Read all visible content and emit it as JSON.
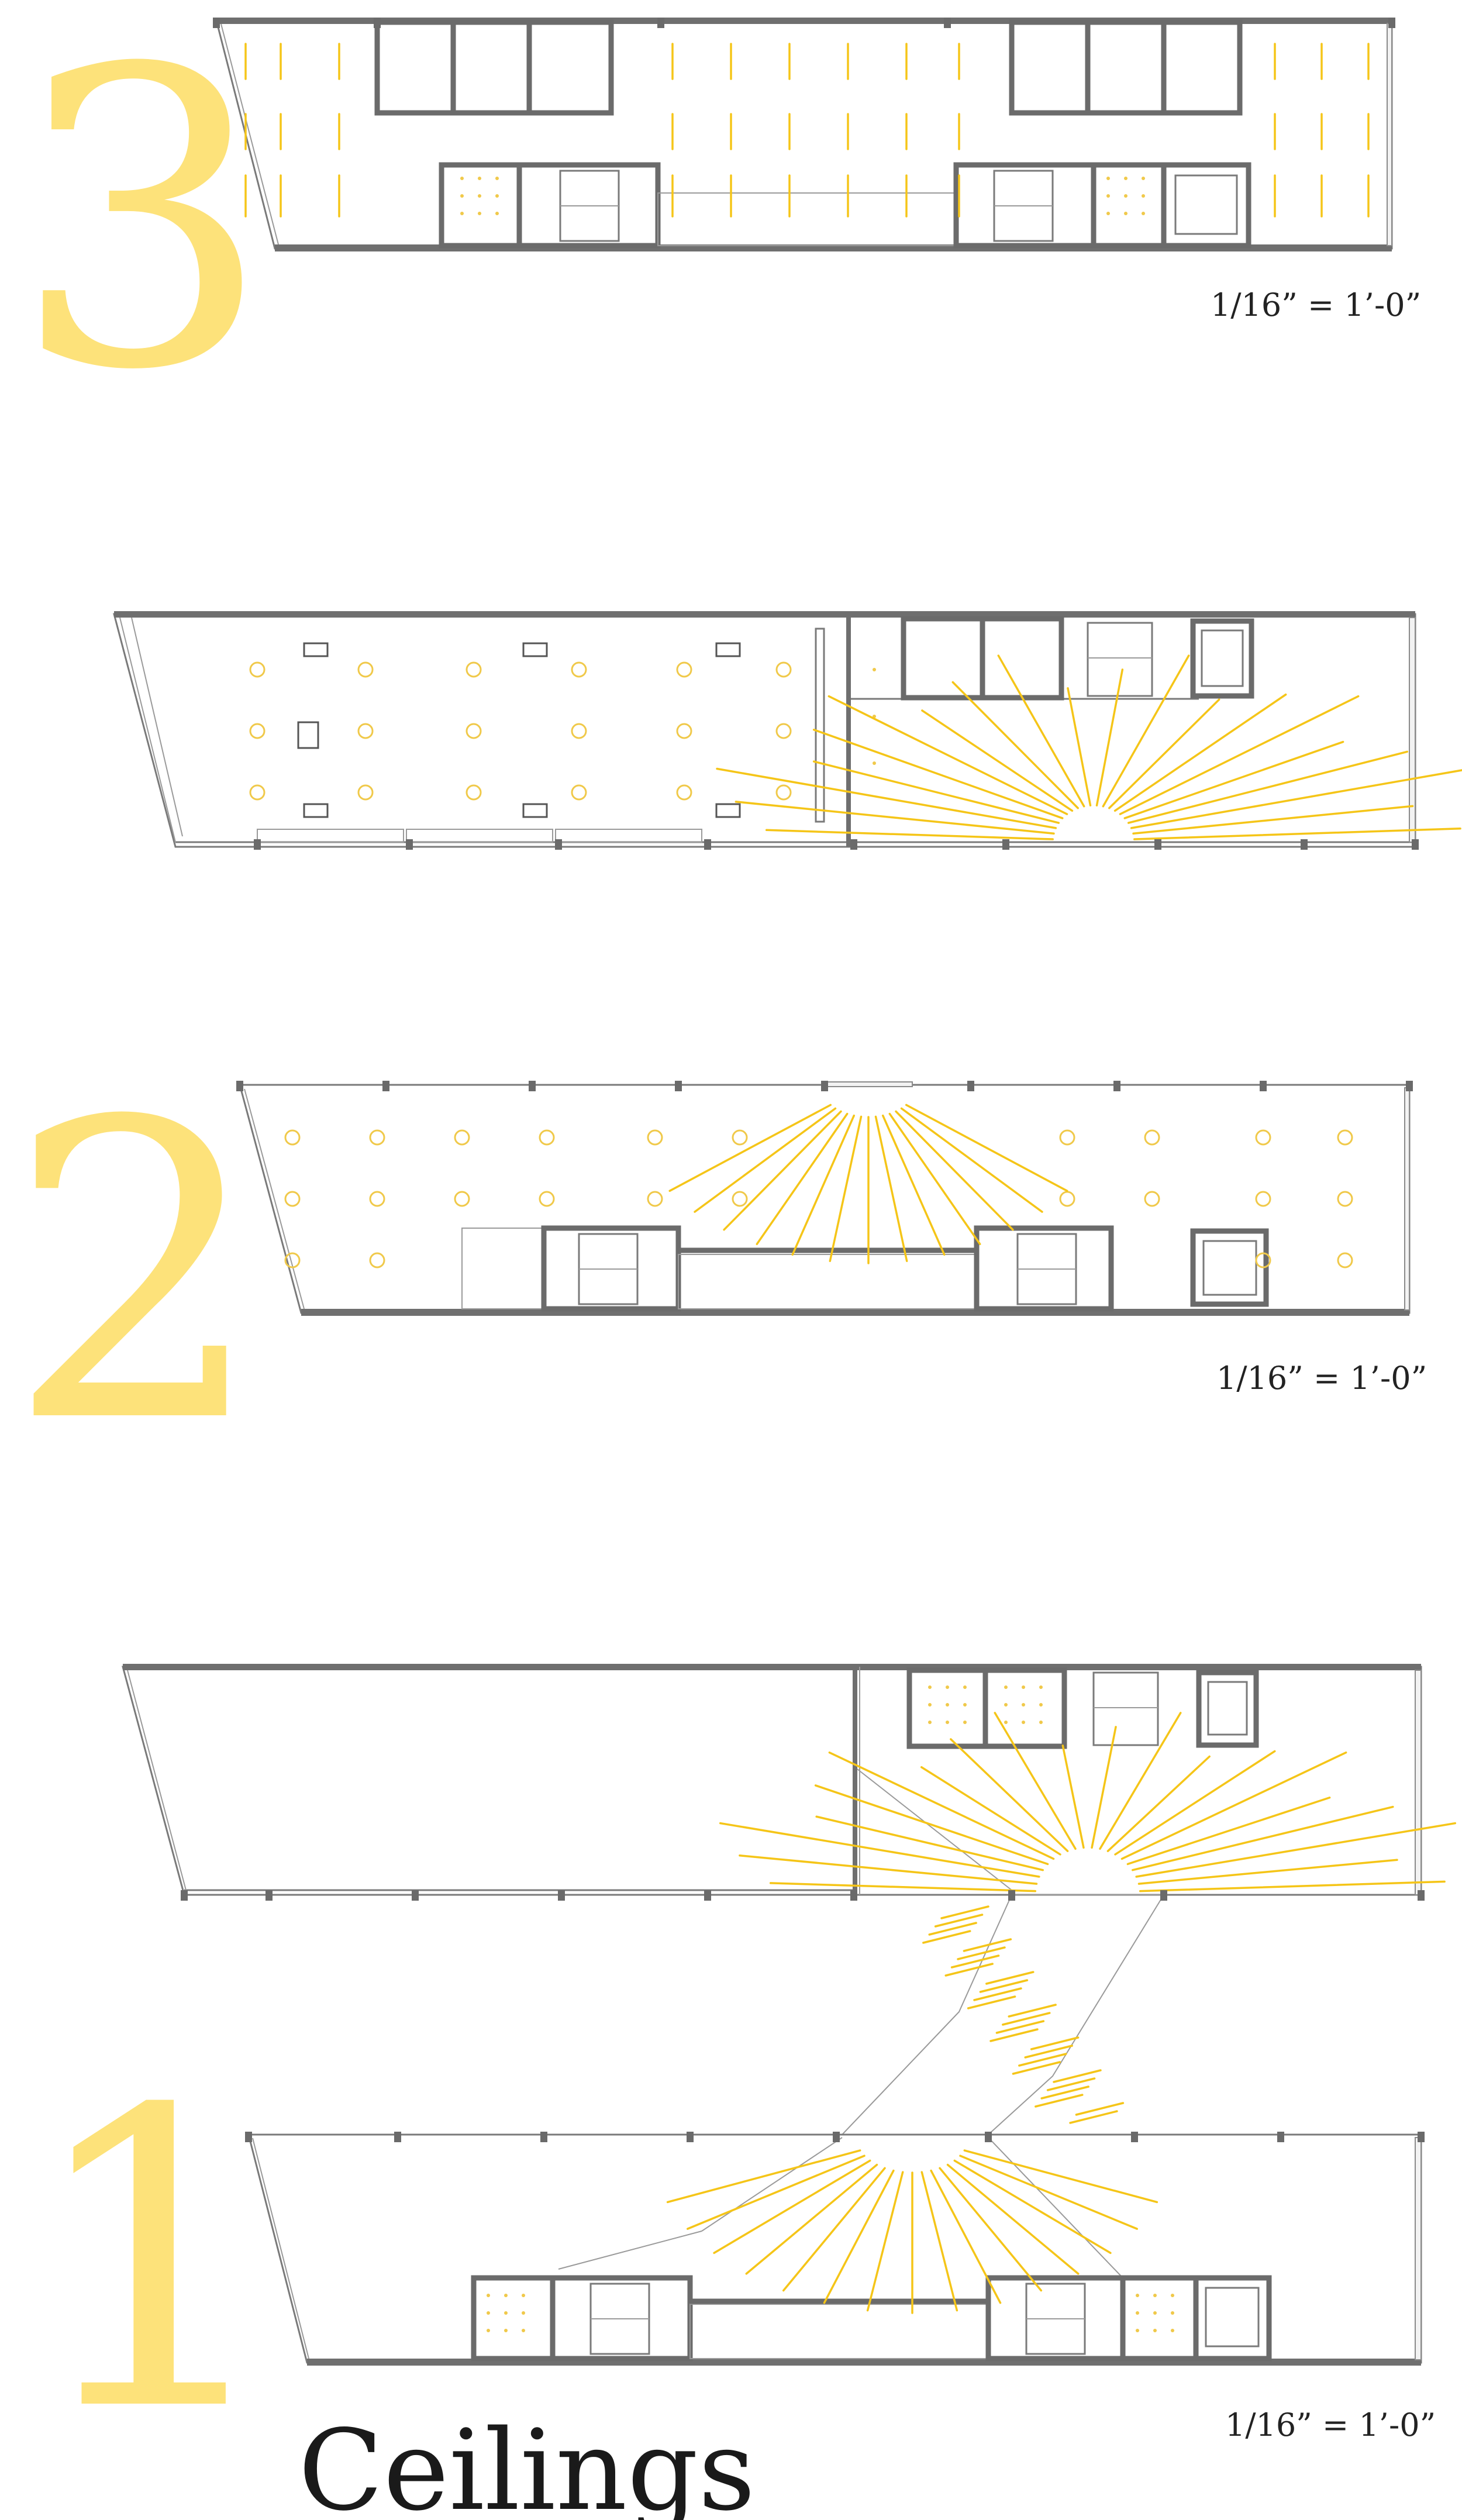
{
  "sheet": {
    "title": "Ceilings",
    "accent_color": "#fde27a",
    "light_color": "#f5c518",
    "wall_color": "#6f6f6f"
  },
  "plans": [
    {
      "id": "level-3",
      "number": "3",
      "scale": "1/16” = 1’-0”"
    },
    {
      "id": "level-3-upper",
      "number": "",
      "scale": ""
    },
    {
      "id": "level-2",
      "number": "2",
      "scale": "1/16” = 1’-0”"
    },
    {
      "id": "level-1-upper",
      "number": "",
      "scale": ""
    },
    {
      "id": "level-1",
      "number": "1",
      "scale": "1/16” = 1’-0”"
    }
  ]
}
